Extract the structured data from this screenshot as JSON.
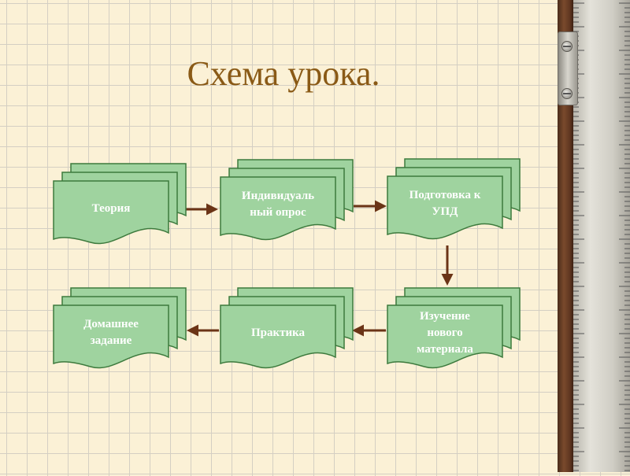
{
  "slide": {
    "title": "Схема урока."
  },
  "nodes": [
    {
      "id": "teoriya",
      "lines": [
        "Теория"
      ]
    },
    {
      "id": "individualnyi-opros",
      "lines": [
        "Индивидуаль",
        "ный опрос"
      ]
    },
    {
      "id": "podgotovka-k-upd",
      "lines": [
        "Подготовка к",
        "УПД"
      ]
    },
    {
      "id": "izuchenie",
      "lines": [
        "Изучение",
        "нового",
        "материала"
      ]
    },
    {
      "id": "praktika",
      "lines": [
        "Практика"
      ]
    },
    {
      "id": "domashnee-zadanie",
      "lines": [
        "Домашнее",
        "задание"
      ]
    }
  ],
  "edges": [
    {
      "from": "teoriya",
      "to": "individualnyi-opros"
    },
    {
      "from": "individualnyi-opros",
      "to": "podgotovka-k-upd"
    },
    {
      "from": "podgotovka-k-upd",
      "to": "izuchenie"
    },
    {
      "from": "izuchenie",
      "to": "praktika"
    },
    {
      "from": "praktika",
      "to": "domashnee-zadanie"
    }
  ],
  "colors": {
    "node_fill": "#9fd39f",
    "node_stroke": "#3d7a3d",
    "arrow": "#6b3416",
    "title": "#8a5a16"
  }
}
